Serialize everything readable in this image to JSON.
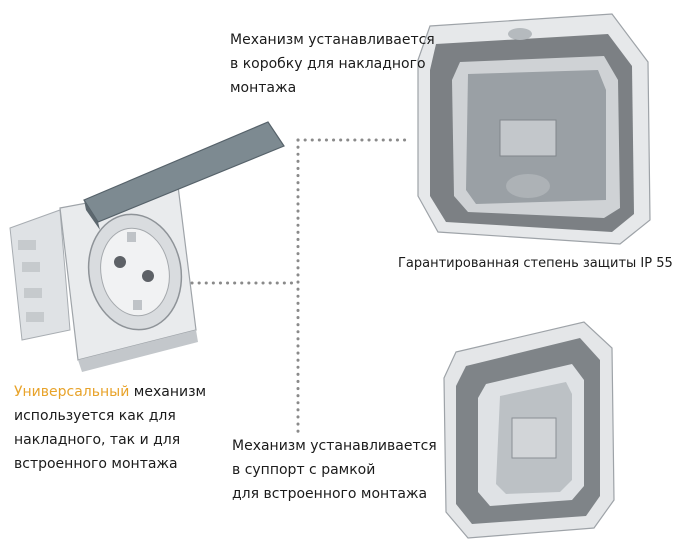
{
  "captions": {
    "surface_mount": [
      "Механизм устанавливается",
      "в коробку для накладного",
      "монтажа"
    ],
    "ip_rating": "Гарантированная степень защиты IP 55",
    "universal": {
      "highlight": "Универсальный",
      "rest_first_line": " механизм",
      "lines": [
        "используется как для",
        "накладного, так и для",
        "встроенного монтажа"
      ]
    },
    "flush_mount": [
      "Механизм устанавливается",
      "в суппорт с рамкой",
      "для встроенного монтажа"
    ]
  },
  "colors": {
    "accent": "#e8a32a",
    "dotted_line": "#8a8a8a",
    "housing_light": "#e6e8ea",
    "housing_dark": "#7c8084",
    "lid": "#7d8a91"
  }
}
